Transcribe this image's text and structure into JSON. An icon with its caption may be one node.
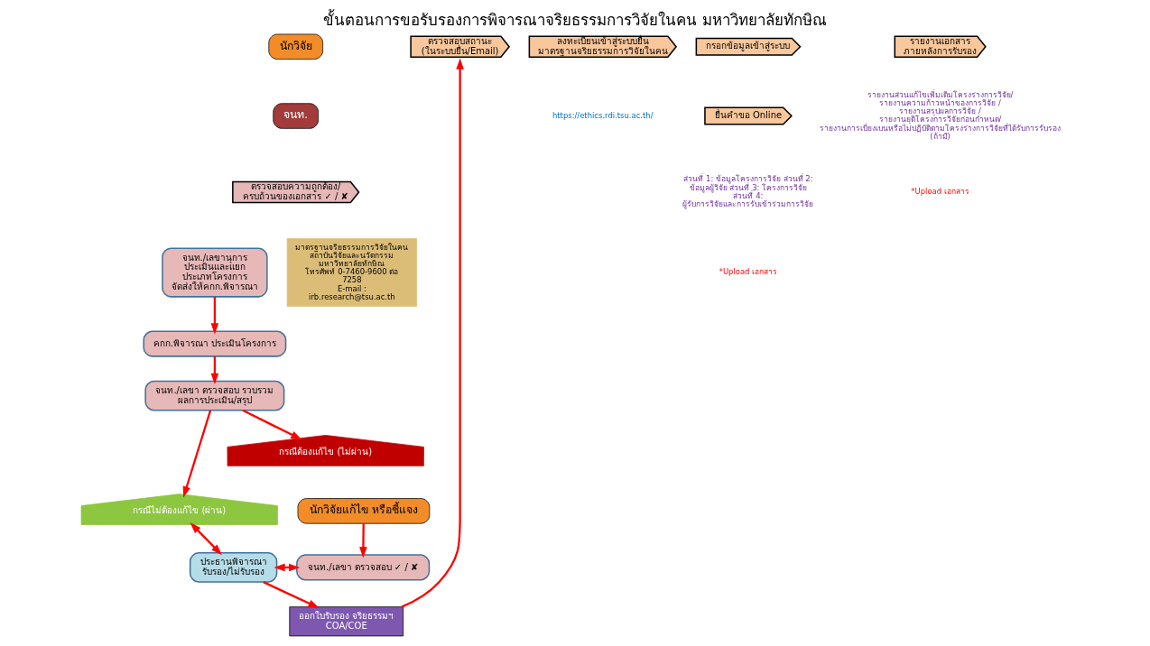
{
  "diagram": {
    "title": "ขั้นตอนการขอรับรองการพิจารณาจริยธรรมการวิจัยในคน มหาวิทยาลัยทักษิณ",
    "nodes": [
      {
        "text": [
          "นักวิจัย"
        ]
      },
      {
        "text": [
          "ลงทะเบียนเข้าสู่ระบบยื่น มาตรฐานจริยธรรมการวิจัยในคน"
        ]
      },
      {
        "text": [
          "กรอกข้อมูลเข้าสู่ระบบ"
        ]
      },
      {
        "text": [
          "ยื่นคำขอ Online"
        ]
      },
      {
        "text": [
          "ตรวจสอบสถานะ (ในระบบยื่น/Email)"
        ]
      },
      {
        "text": [
          "รายงานเอกสาร ภายหลังการรับรอง"
        ]
      },
      {
        "text": [
          "ออกใบรับรอง จริยธรรมฯ COA/COE"
        ]
      },
      {
        "text": [
          "ประธานพิจารณา รับรอง/ไม่รับรอง"
        ]
      },
      {
        "text": [
          "จนท./เลขา ตรวจสอบ ✓ / ✘"
        ]
      },
      {
        "text": [
          "จนท."
        ]
      },
      {
        "text": [
          "ตรวจสอบความถูกต้อง/ ครบถ้วนของเอกสาร ✓ / ✘"
        ]
      },
      {
        "text": [
          "จนท./เลขานุการ ประเมินและแยก ประเภทโครงการ จัดส่งให้คกก.พิจารณา"
        ]
      },
      {
        "text": [
          "คกก.พิจารณา ประเมินโครงการ"
        ]
      },
      {
        "text": [
          "กรณีไม่ต้องแก้ไข (ผ่าน)"
        ]
      },
      {
        "text": [
          "นักวิจัยแก้ไข หรือชี้แจง"
        ]
      },
      {
        "text": [
          "จนท./เลขา ตรวจสอบ รวบรวม ผลการประเมิน/สรุป"
        ]
      },
      {
        "text": [
          "กรณีต้องแก้ไข (ไม่ผ่าน)"
        ]
      },
      {
        "text": [
          "มาตรฐานจริยธรรมการวิจัยในคน",
          "สถาบันวิจัยและนวัตกรรม มหาวิทยาลัยทักษิณ",
          "โทรศัพท์ 0-7460-9600 ต่อ 7258",
          "E-mail : irb.research@tsu.ac.th"
        ]
      }
    ],
    "edges": [
      {
        "from": 6,
        "to": 4,
        "arrow": "to"
      },
      {
        "from": 7,
        "to": 6,
        "arrow": "to"
      },
      {
        "from": 7,
        "to": 8,
        "arrow": "both"
      },
      {
        "from": 13,
        "to": 7,
        "arrow": "both"
      },
      {
        "from": 14,
        "to": 8,
        "arrow": "to"
      },
      {
        "from": 11,
        "to": 12,
        "arrow": "to"
      },
      {
        "from": 12,
        "to": 15,
        "arrow": "to"
      },
      {
        "from": 15,
        "to": 13,
        "arrow": "to"
      },
      {
        "from": 15,
        "to": 16,
        "arrow": "to"
      }
    ],
    "labels": [
      "https://ethics.rdi.tsu.ac.th/",
      "ส่วนที่ 1: ข้อมูลโครงการวิจัย ส่วนที่ 2: ข้อมูลผู้วิจัย ส่วนที่ 3: โครงการวิจัย ส่วนที่ 4: ผู้รับการวิจัยและการรับเข้าร่วมการวิจัย",
      "*Upload เอกสาร",
      "รายงานส่วนแก้ไขเพิ่มเติมโครงร่างการวิจัย/ รายงานความก้าวหน้าของการวิจัย / รายงานสรุปผลการวิจัย / รายงานยุติโครงการวิจัยก่อนกำหนด/ รายงานการเบี่ยงเบนหรือไม่ปฏิบัติตามโครงร่างการวิจัยที่ได้รับการรับรอง (ถ้ามี)",
      "*Upload เอกสาร"
    ]
  }
}
